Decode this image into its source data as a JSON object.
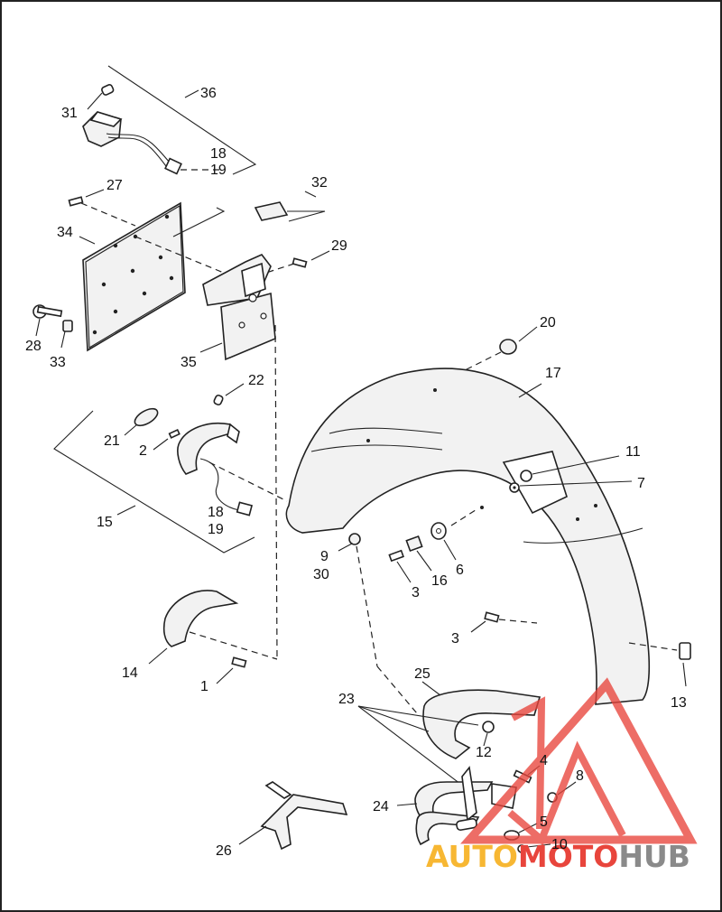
{
  "callouts": {
    "c1": "1",
    "c2": "2",
    "c3a": "3",
    "c3b": "3",
    "c4": "4",
    "c5": "5",
    "c6": "6",
    "c7": "7",
    "c8": "8",
    "c9": "9",
    "c10": "10",
    "c11": "11",
    "c12": "12",
    "c13": "13",
    "c14": "14",
    "c15": "15",
    "c16": "16",
    "c17": "17",
    "c18a": "18",
    "c18b": "18",
    "c19a": "19",
    "c19b": "19",
    "c20": "20",
    "c21": "21",
    "c22": "22",
    "c23": "23",
    "c24": "24",
    "c25": "25",
    "c26": "26",
    "c27": "27",
    "c28": "28",
    "c29": "29",
    "c30": "30",
    "c31": "31",
    "c32": "32",
    "c33": "33",
    "c34": "34",
    "c35": "35",
    "c36": "36"
  },
  "watermark": {
    "part1": "AUTO",
    "part2": "MOTO",
    "part3": "HUB",
    "color1": "#f7b733",
    "color2": "#e8453c",
    "color3": "#8a8a8a"
  }
}
